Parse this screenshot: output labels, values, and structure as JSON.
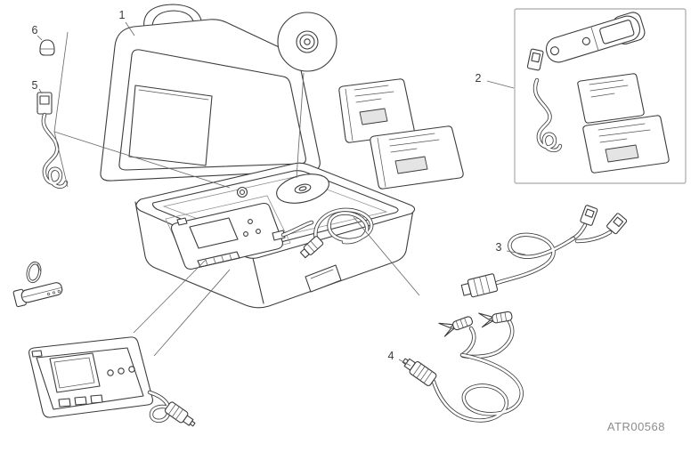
{
  "drawing": {
    "code": "ATR00568",
    "callouts": [
      {
        "number": "1",
        "part": "carrying-case"
      },
      {
        "number": "2",
        "part": "key-upgrade-kit-box"
      },
      {
        "number": "3",
        "part": "interface-cable"
      },
      {
        "number": "4",
        "part": "power-cable-with-clips"
      },
      {
        "number": "5",
        "part": "usb-cable"
      },
      {
        "number": "6",
        "part": "protective-cap"
      }
    ]
  }
}
